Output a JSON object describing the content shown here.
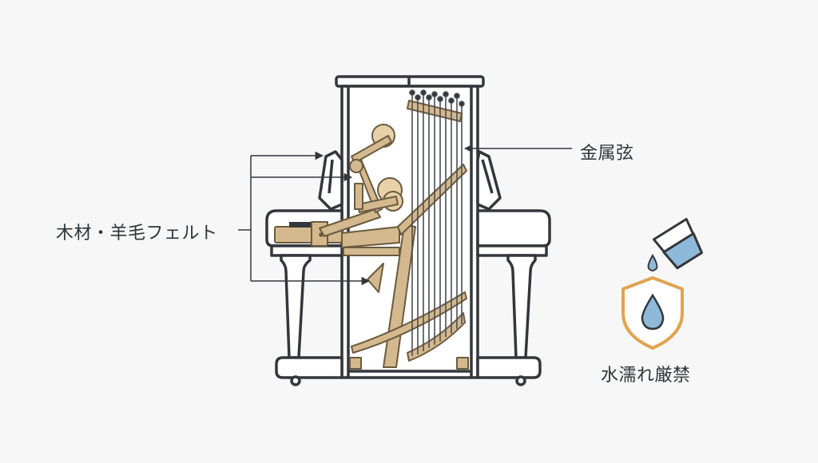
{
  "diagram": {
    "subject": "upright piano cross-section",
    "labels": {
      "wood_felt": "木材・羊毛フェルト",
      "metal_strings": "金属弦",
      "no_water": "水濡れ厳禁"
    },
    "icons": {
      "glass": "tilted-glass-of-water-icon",
      "droplet": "falling-water-droplet-icon",
      "shield": "shield-with-droplet-icon"
    },
    "colors": {
      "outline": "#33373c",
      "wood": "#d4b98e",
      "wood_dark": "#b79a6c",
      "shield": "#e2a24f",
      "water": "#8fb9d9",
      "background": "#f7f7f7",
      "text": "#2f3338"
    },
    "string_count": 10
  }
}
